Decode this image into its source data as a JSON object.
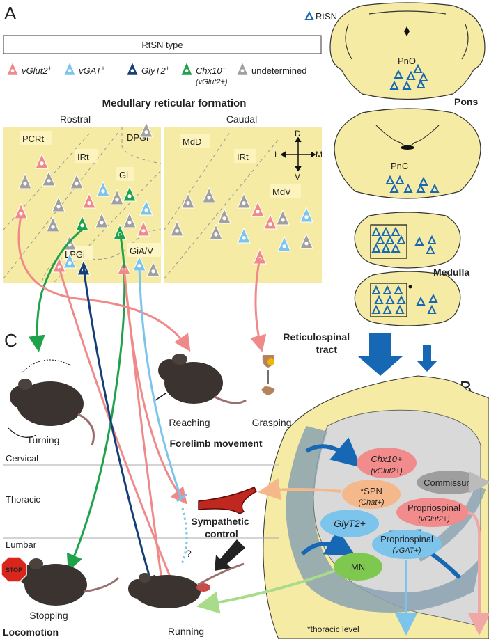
{
  "panels": {
    "a": "A",
    "b": "B",
    "c": "C"
  },
  "legend": {
    "title": "RtSN type",
    "items": [
      {
        "label": "vGlut2",
        "sup": "+",
        "color": "#f08a8a"
      },
      {
        "label": "vGAT",
        "sup": "+",
        "color": "#7cc4ec"
      },
      {
        "label": "GlyT2",
        "sup": "+",
        "color": "#163f78"
      },
      {
        "label": "Chx10",
        "sup": "+",
        "sub": "(vGlut2+)",
        "color": "#1fa34a"
      },
      {
        "label": "undetermined",
        "sup": "",
        "color": "#a0a0a0"
      }
    ]
  },
  "mrf": {
    "title": "Medullary reticular formation",
    "rostral": "Rostral",
    "caudal": "Caudal",
    "regions": [
      "PCRt",
      "IRt",
      "DPGi",
      "Gi",
      "LPGi",
      "GiA/V",
      "MdD",
      "IRt",
      "MdV"
    ],
    "compass": {
      "d": "D",
      "v": "V",
      "l": "L",
      "m": "M"
    }
  },
  "brainstem": {
    "rtsn_label": "RtSN",
    "pno": "PnO",
    "pnc": "PnC",
    "pons": "Pons",
    "medulla": "Medulla",
    "tract": "Reticulospinal tract"
  },
  "spinal": {
    "chx10": "Chx10+",
    "chx10_sub": "(vGlut2+)",
    "spn": "*SPN",
    "spn_sub": "(Chat+)",
    "commissural": "Commissural",
    "propriospinal_glut": "Propriospinal",
    "propriospinal_glut_sub": "(vGlut2+)",
    "glyt2": "GlyT2+",
    "propriospinal_gat": "Propriospinal",
    "propriospinal_gat_sub": "(vGAT+)",
    "mn": "MN",
    "footnote": "*thoracic level"
  },
  "behaviors": {
    "turning": "Turning",
    "reaching": "Reaching",
    "grasping": "Grasping",
    "forelimb": "Forelimb movement",
    "sympathetic": "Sympathetic control",
    "stopping": "Stopping",
    "running": "Running",
    "locomotion": "Locomotion",
    "stop_sign": "STOP",
    "question": "?"
  },
  "levels": {
    "cervical": "Cervical",
    "thoracic": "Thoracic",
    "lumbar": "Lumbar"
  },
  "colors": {
    "tan": "#f6eba5",
    "blue": "#1668b4",
    "green": "#1fa34a",
    "navy": "#163f78",
    "pink": "#f08a8a",
    "lightblue": "#7cc4ec",
    "grey": "#a0a0a0"
  }
}
